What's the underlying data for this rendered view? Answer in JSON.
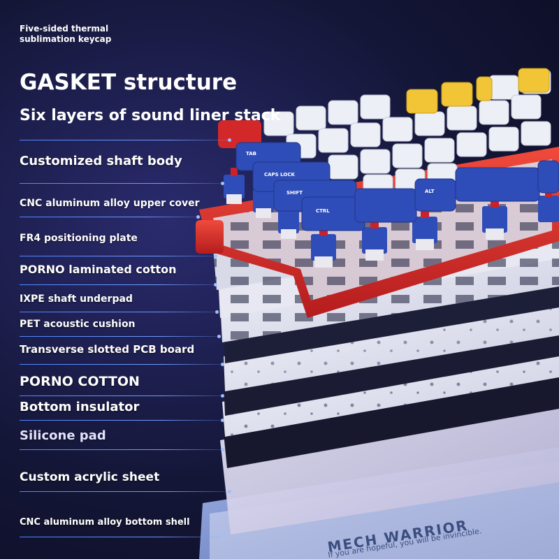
{
  "keycap_note": "Five-sided thermal\nsublimation keycap",
  "headline": "GASKET structure",
  "subhead": "Six layers of sound liner stack",
  "layers": [
    {
      "label": "Customized shaft body"
    },
    {
      "label": "CNC aluminum alloy upper cover"
    },
    {
      "label": "FR4 positioning plate"
    },
    {
      "label": "PORNO laminated cotton"
    },
    {
      "label": "IXPE shaft underpad"
    },
    {
      "label": "PET acoustic cushion"
    },
    {
      "label": "Transverse slotted PCB board"
    },
    {
      "label": "PORNO COTTON"
    },
    {
      "label": "Bottom insulator"
    },
    {
      "label": "Silicone pad"
    },
    {
      "label": "Custom acrylic sheet"
    },
    {
      "label": "CNC aluminum alloy bottom shell"
    }
  ],
  "keys": {
    "tab": "TAB",
    "caps": "CAPS LOCK",
    "shift": "SHIFT",
    "ctrl": "CTRL",
    "alt": "ALT"
  },
  "base_engraving": {
    "brand": "MECH WARRIOR",
    "slogan": "If you are hopeful, you will be invincible."
  },
  "colors": {
    "accent_line": "#4f86ff",
    "frame_red": "#d2282a",
    "keycap_blue": "#2f4db8",
    "keycap_yellow": "#f2c536",
    "keycap_white": "#eceff6",
    "switch_red": "#c8222a"
  }
}
